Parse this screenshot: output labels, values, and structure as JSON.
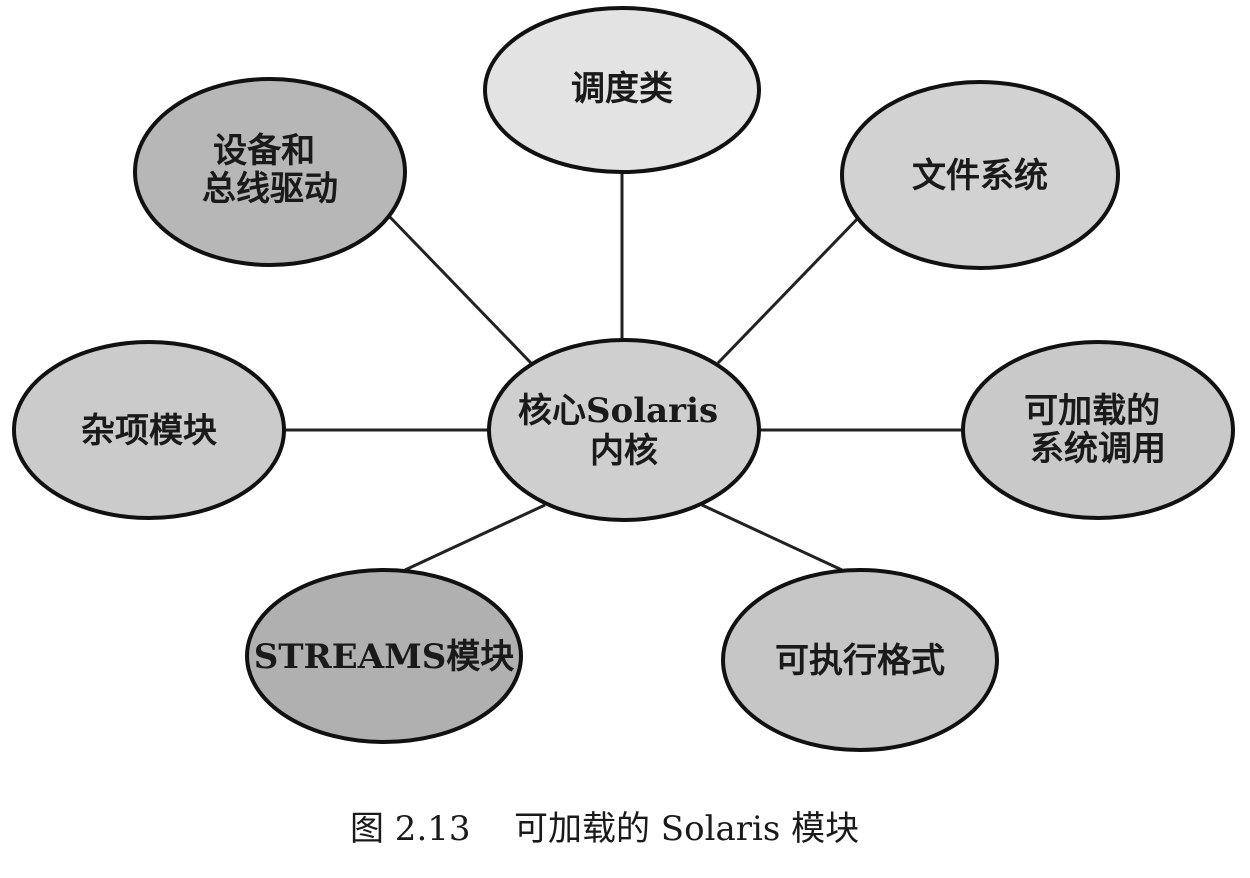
{
  "diagram": {
    "center": {
      "lines": [
        "核心Solaris",
        "内核"
      ],
      "fill": "#cfcfcf"
    },
    "modules": [
      {
        "id": "device-bus-driver",
        "lines": [
          "设备和",
          "总线驱动"
        ],
        "fill": "#b7b7b7"
      },
      {
        "id": "scheduling-class",
        "lines": [
          "调度类"
        ],
        "fill": "#e3e3e3"
      },
      {
        "id": "file-system",
        "lines": [
          "文件系统"
        ],
        "fill": "#d2d2d2"
      },
      {
        "id": "misc-module",
        "lines": [
          "杂项模块"
        ],
        "fill": "#cbcbcb"
      },
      {
        "id": "loadable-syscall",
        "lines": [
          "可加载的",
          "系统调用"
        ],
        "fill": "#c9c9c9"
      },
      {
        "id": "streams-module",
        "lines": [
          "STREAMS模块"
        ],
        "fill": "#b0b0b0"
      },
      {
        "id": "exec-format",
        "lines": [
          "可执行格式"
        ],
        "fill": "#c6c6c6"
      }
    ]
  },
  "caption": {
    "figure_number": "图 2.13",
    "title": "可加载的 Solaris 模块"
  }
}
